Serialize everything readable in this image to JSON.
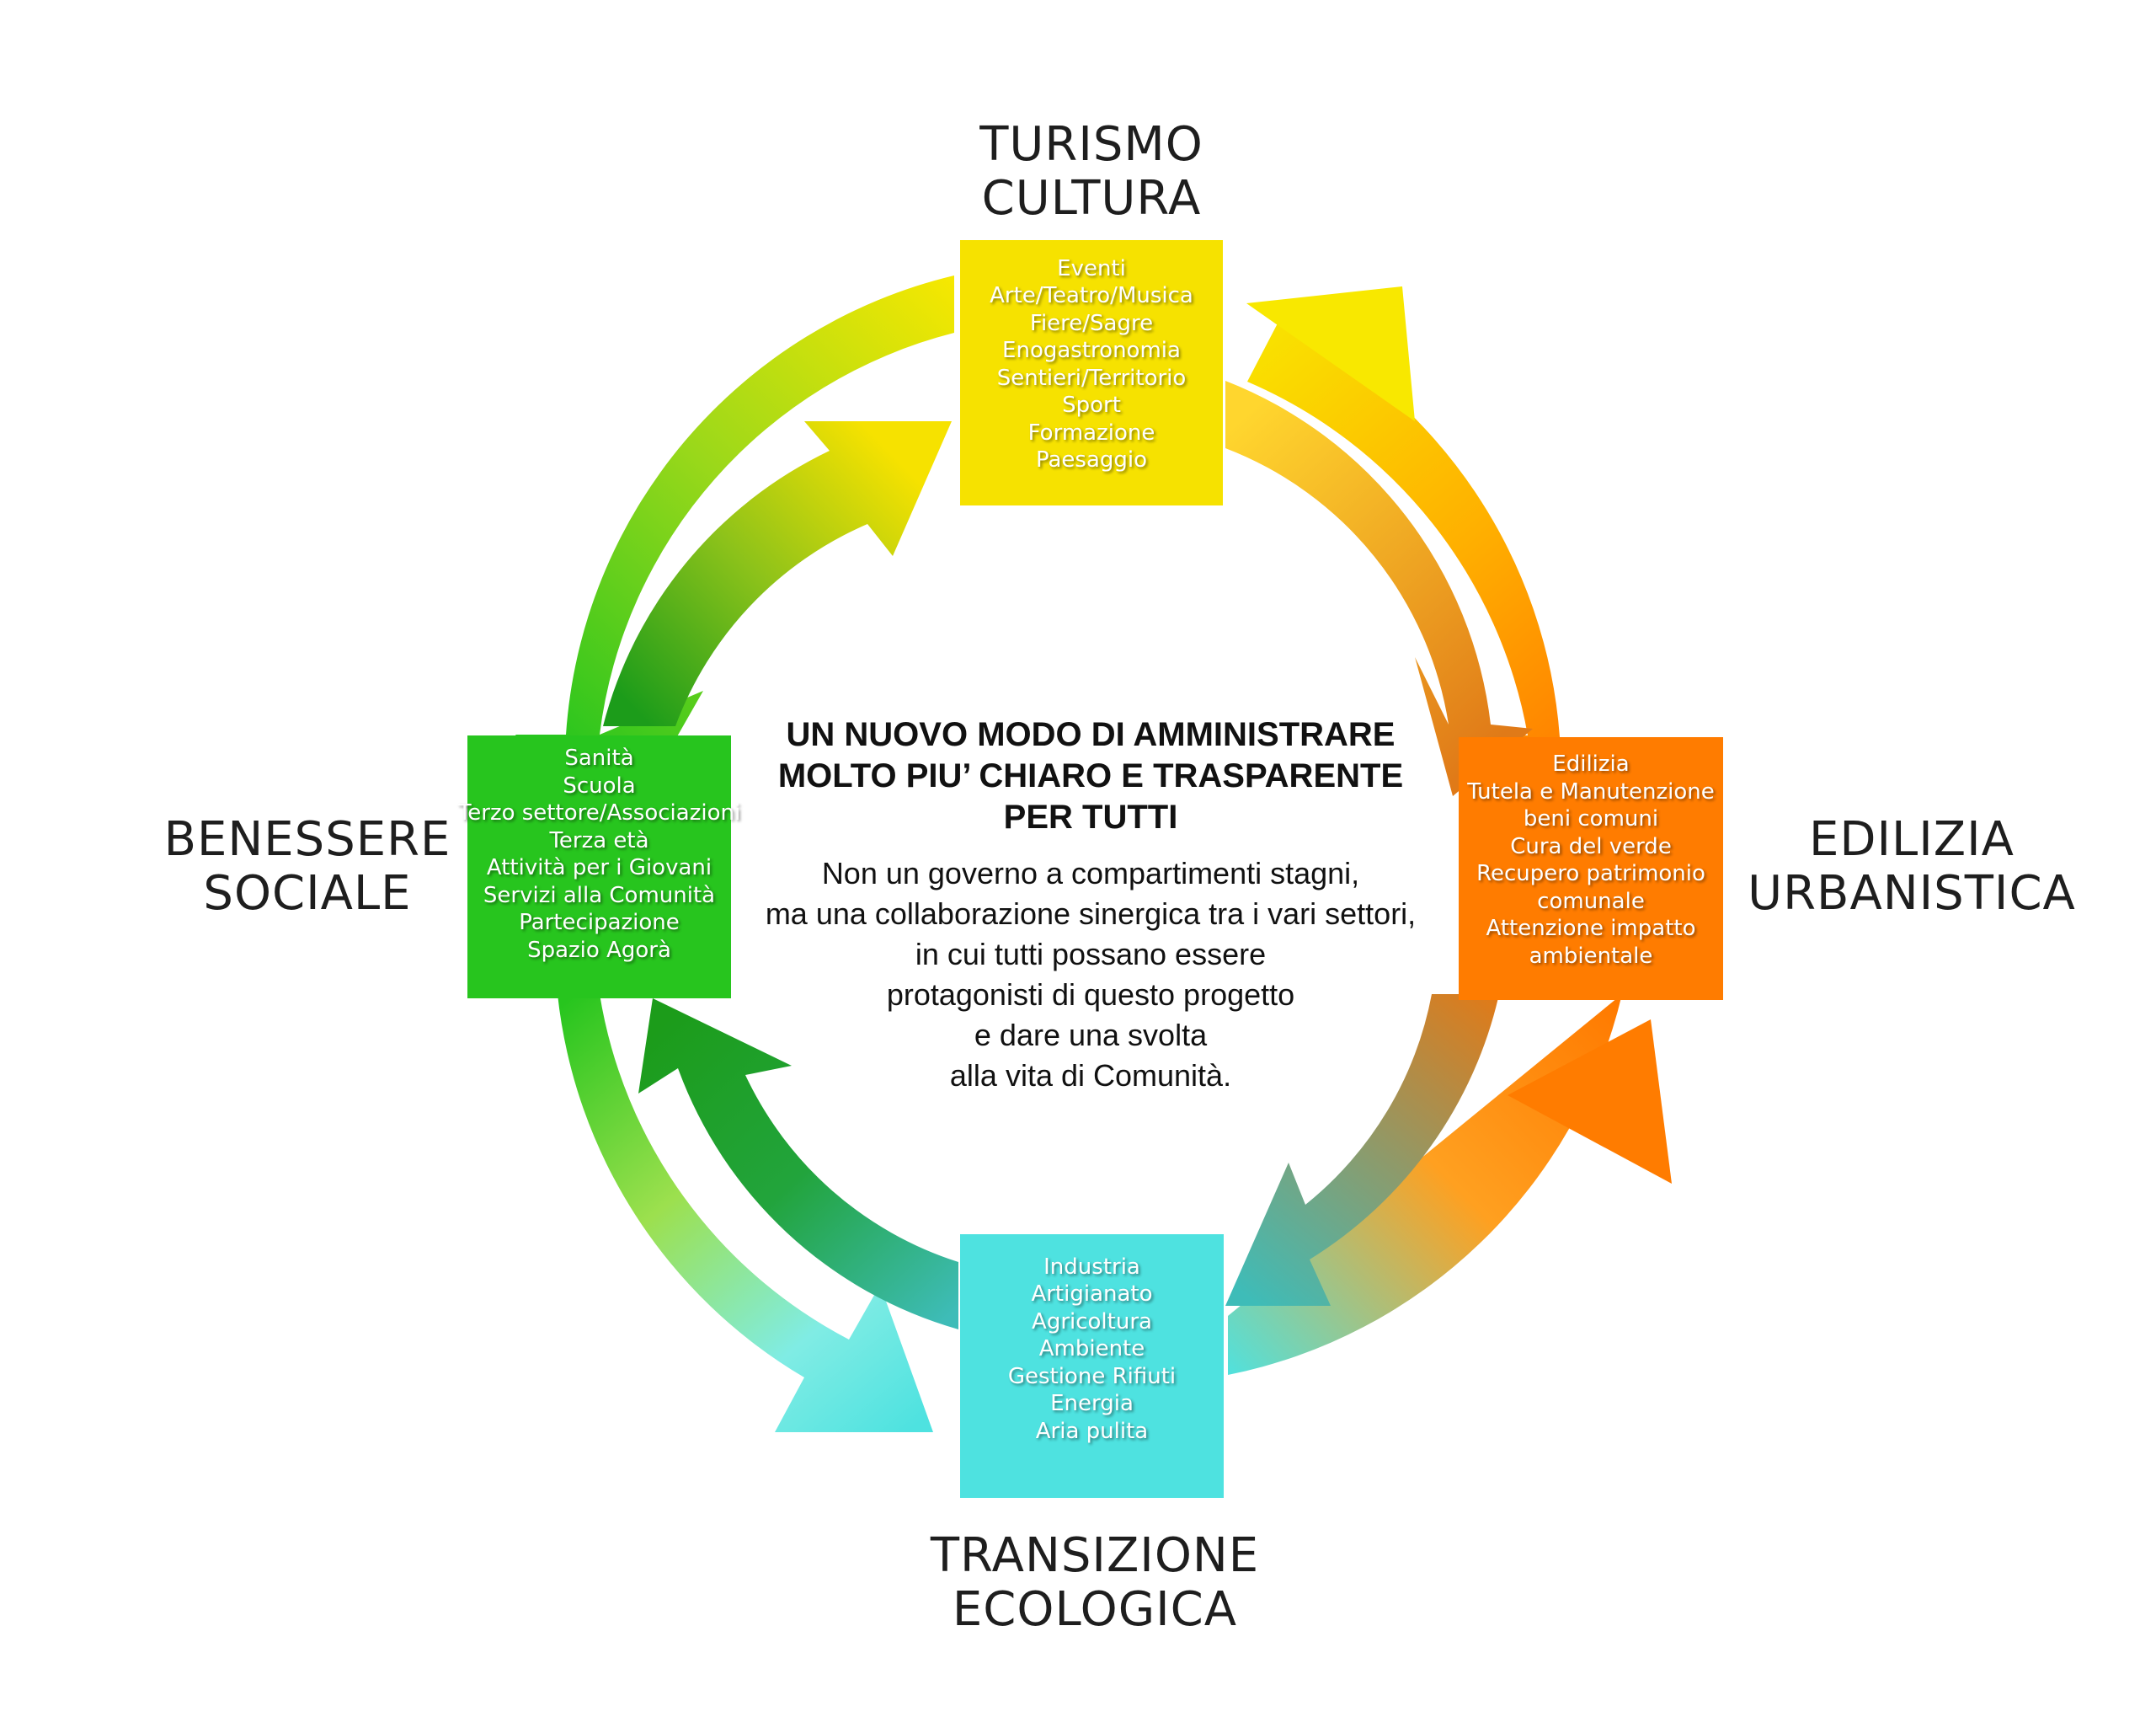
{
  "colors": {
    "turismo": "#f6e200",
    "edilizia": "#ff7c00",
    "transizione": "#4ee2e0",
    "benessere": "#27c51e"
  },
  "sectors": {
    "turismo": {
      "title": [
        "TURISMO",
        "CULTURA"
      ],
      "items": [
        "Eventi",
        "Arte/Teatro/Musica",
        "Fiere/Sagre",
        "Enogastronomia",
        "Sentieri/Territorio",
        "Sport",
        "Formazione",
        "Paesaggio"
      ]
    },
    "edilizia": {
      "title": [
        "EDILIZIA",
        "URBANISTICA"
      ],
      "items": [
        "Edilizia",
        "Tutela e Manutenzione",
        "beni comuni",
        "Cura del verde",
        "Recupero patrimonio",
        "comunale",
        "Attenzione impatto",
        "ambientale"
      ]
    },
    "transizione": {
      "title": [
        "TRANSIZIONE",
        "ECOLOGICA"
      ],
      "items": [
        "Industria",
        "Artigianato",
        "Agricoltura",
        "Ambiente",
        "Gestione Rifiuti",
        "Energia",
        "Aria pulita"
      ]
    },
    "benessere": {
      "title": [
        "BENESSERE",
        "SOCIALE"
      ],
      "items": [
        "Sanità",
        "Scuola",
        "Terzo settore/Associazioni",
        "Terza età",
        "Attività per i Giovani",
        "Servizi alla Comunità",
        "Partecipazione",
        "Spazio Agorà"
      ]
    }
  },
  "center": {
    "title": [
      "UN NUOVO MODO DI AMMINISTRARE",
      "MOLTO PIU’ CHIARO E TRASPARENTE",
      "PER TUTTI"
    ],
    "body": [
      "Non un governo a compartimenti stagni,",
      "ma una collaborazione sinergica tra i vari settori,",
      "in cui tutti possano essere",
      "protagonisti di questo progetto",
      "e dare una svolta",
      "alla vita di Comunità."
    ]
  }
}
